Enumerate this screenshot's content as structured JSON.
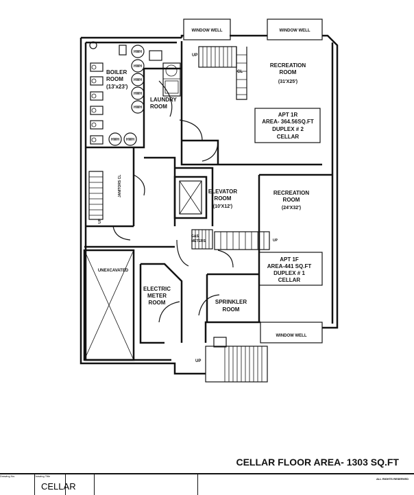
{
  "rooms": {
    "boiler": {
      "line1": "BOILER",
      "line2": "ROOM",
      "line3": "(13'x23')"
    },
    "laundry": {
      "line1": "LAUNDRY",
      "line2": "ROOM"
    },
    "rec_1r": {
      "line1": "RECREATION",
      "line2": "ROOM",
      "line3": "(31'X25')"
    },
    "apt_1r": {
      "line1": "APT 1R",
      "line2": "AREA- 364.56SQ.FT",
      "line3": "DUPLEX # 2",
      "line4": "CELLAR"
    },
    "elevator": {
      "line1": "ELEVATOR",
      "line2": "ROOM",
      "line3": "(10'X12')"
    },
    "rec_1f": {
      "line1": "RECREATION",
      "line2": "ROOM",
      "line3": "(24'X32')"
    },
    "apt_1f": {
      "line1": "APT 1F",
      "line2": "AREA-441 SQ.FT",
      "line3": "DUPLEX # 1",
      "line4": "CELLAR"
    },
    "unexcavated": "UNEXCAVATED",
    "electric": {
      "line1": "ELECTRIC",
      "line2": "METER",
      "line3": "ROOM"
    },
    "sprinkler": {
      "line1": "SPRINKLER",
      "line2": "ROOM"
    },
    "janitors": "JANITORS CL",
    "gas": {
      "line1": "GAS",
      "line2": "METERS"
    },
    "cl": "CL"
  },
  "labels": {
    "window_well": "WINDOW WELL",
    "up": "UP",
    "hwh": "HWH"
  },
  "floor_area_title": "CELLAR FLOOR AREA- 1303 SQ.FT",
  "title_block": {
    "drawing_no_label": "Drawing No.",
    "drawing_title_label": "Drawing Title",
    "drawing_title": "CELLAR",
    "rights": "ALL RIGHTS RESERVED"
  }
}
